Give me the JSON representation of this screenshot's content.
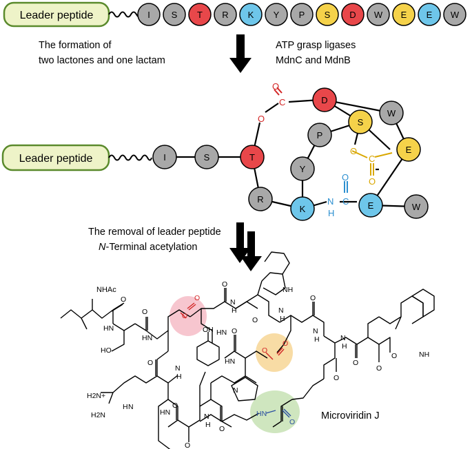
{
  "colors": {
    "leader_fill": "#eef3c8",
    "leader_stroke": "#5a8a2c",
    "gray": "#a8a8a8",
    "red": "#e8474a",
    "blue": "#6ec6ea",
    "yellow": "#f5d24a",
    "red_text": "#d32626",
    "blue_text": "#2c8fd0",
    "yellow_text": "#d9a700",
    "pink_highlight": "#f7c6cf",
    "orange_highlight": "#f8dca5",
    "green_highlight": "#cfe6bf",
    "structure_red": "#d22626",
    "structure_blue": "#2a4fa0"
  },
  "top_row": {
    "leader_label": "Leader peptide",
    "residues": [
      {
        "letter": "I",
        "color": "gray"
      },
      {
        "letter": "S",
        "color": "gray"
      },
      {
        "letter": "T",
        "color": "red"
      },
      {
        "letter": "R",
        "color": "gray"
      },
      {
        "letter": "K",
        "color": "blue"
      },
      {
        "letter": "Y",
        "color": "gray"
      },
      {
        "letter": "P",
        "color": "gray"
      },
      {
        "letter": "S",
        "color": "yellow"
      },
      {
        "letter": "D",
        "color": "red"
      },
      {
        "letter": "W",
        "color": "gray"
      },
      {
        "letter": "E",
        "color": "yellow"
      },
      {
        "letter": "E",
        "color": "blue"
      },
      {
        "letter": "W",
        "color": "gray"
      }
    ]
  },
  "step1": {
    "left_line1": "The formation of",
    "left_line2": "two lactones and one lactam",
    "right_line1": "ATP grasp ligases",
    "right_line2": "MdnC and MdnB"
  },
  "middle": {
    "leader_label": "Leader peptide",
    "residues": {
      "I": "I",
      "S1": "S",
      "T": "T",
      "R": "R",
      "K": "K",
      "Y": "Y",
      "P": "P",
      "S2": "S",
      "D": "D",
      "W1": "W",
      "E1": "E",
      "E2": "E",
      "W2": "W"
    },
    "atoms": {
      "o_ester1": "O",
      "c_ester1": "C",
      "o_carbonyl1": "O",
      "o_ester2": "O",
      "c_ester2": "C",
      "o_carbonyl2": "O",
      "n_lactam": "N",
      "h_lactam": "H",
      "c_lactam": "C",
      "o_lactam": "O"
    }
  },
  "step2": {
    "line1": "The removal of leader peptide",
    "line2_italic": "N",
    "line2_rest": "-Terminal acetylation"
  },
  "structure": {
    "compound_name": "Microviridin J",
    "labels": {
      "nhac": "NHAc",
      "hn1": "HN",
      "o1": "O",
      "ho": "HO",
      "o2": "O",
      "hn2": "HN",
      "ester1_o": "O",
      "ester1_o2": "O",
      "n1": "N",
      "h1": "H",
      "o3": "O",
      "o4": "O",
      "n2": "N",
      "h2": "H",
      "hn3": "HN",
      "n3": "N",
      "h3": "H",
      "o5": "O",
      "oh": "OH",
      "hn4": "HN",
      "ester2_o": "O",
      "ester2_o2": "O",
      "n4": "N",
      "h4": "H",
      "o6": "O",
      "n5": "N",
      "h5": "H",
      "o7": "O",
      "nh_indole1": "NH",
      "n6": "N",
      "h6": "H",
      "o8": "O",
      "nh_indole2": "NH",
      "o9": "O",
      "o10": "O",
      "o_minus": "O",
      "o11": "O",
      "n7": "N",
      "o12": "O",
      "h2n_plus": "H2N+",
      "h2n": "H2N",
      "nh_g": "H",
      "n_g": "N",
      "n8": "N",
      "h8": "H",
      "hn5": "HN",
      "lactam_o": "O",
      "o13": "O"
    }
  }
}
